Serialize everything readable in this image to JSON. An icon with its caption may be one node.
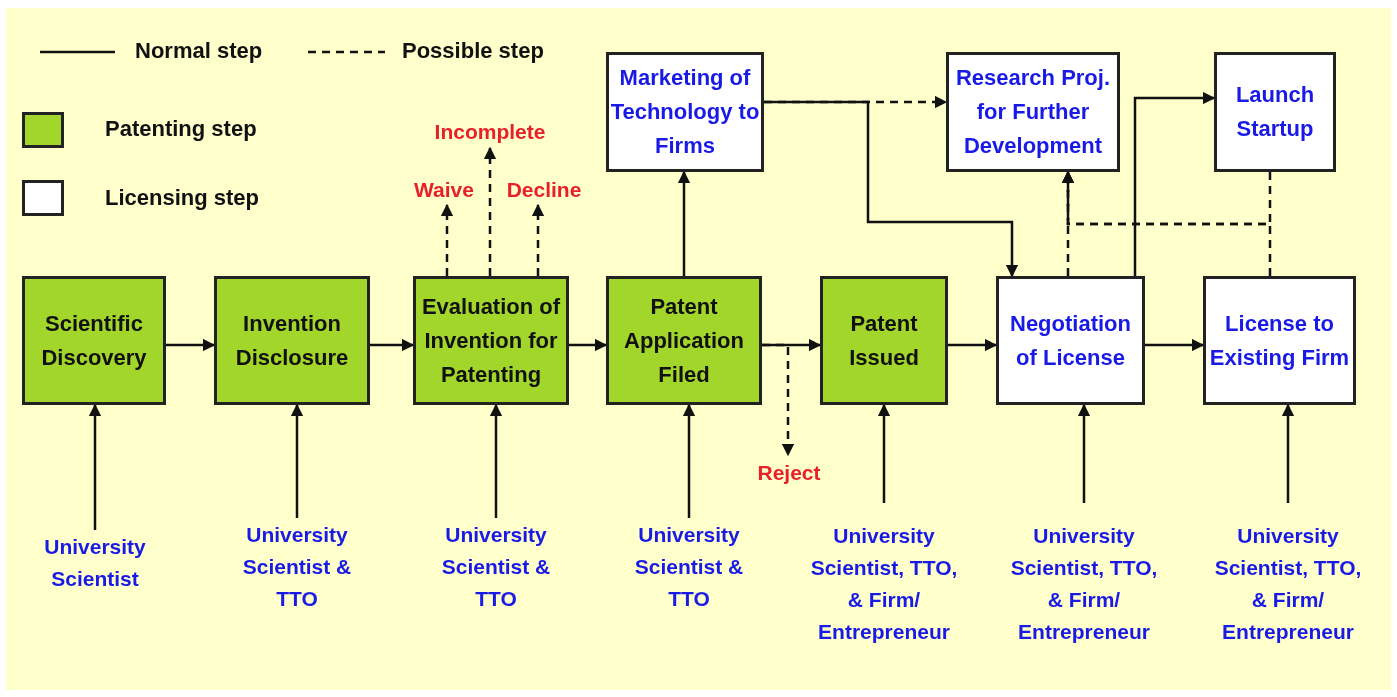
{
  "diagram": {
    "nodes": [
      {
        "text": [
          "Scientific Discovery"
        ]
      },
      {
        "text": [
          "Invention Disclosure"
        ]
      },
      {
        "text": [
          "Evaluation of Invention for Patenting"
        ]
      },
      {
        "text": [
          "Patent Application Filed"
        ]
      },
      {
        "text": [
          "Patent Issued"
        ]
      },
      {
        "text": [
          "Negotiation of License"
        ]
      },
      {
        "text": [
          "License to Existing Firm"
        ]
      },
      {
        "text": [
          "Marketing of Technology to Firms"
        ]
      },
      {
        "text": [
          "Research Proj. for Further Development"
        ]
      },
      {
        "text": [
          "Launch Startup"
        ]
      },
      {
        "text": [
          "Incomplete"
        ]
      },
      {
        "text": [
          "Waive"
        ]
      },
      {
        "text": [
          "Decline"
        ]
      },
      {
        "text": [
          "Reject"
        ]
      },
      {
        "text": [
          "University Scientist"
        ]
      },
      {
        "text": [
          "University Scientist & TTO"
        ]
      },
      {
        "text": [
          "University Scientist & TTO"
        ]
      },
      {
        "text": [
          "University Scientist & TTO"
        ]
      },
      {
        "text": [
          "University Scientist, TTO, & Firm/ Entrepreneur"
        ]
      },
      {
        "text": [
          "University Scientist, TTO, & Firm/ Entrepreneur"
        ]
      },
      {
        "text": [
          "University Scientist, TTO, & Firm/ Entrepreneur"
        ]
      }
    ],
    "edges": [
      {
        "from": 0,
        "to": 1,
        "arrow": "to"
      },
      {
        "from": 1,
        "to": 2,
        "arrow": "to"
      },
      {
        "from": 2,
        "to": 3,
        "arrow": "to"
      },
      {
        "from": 3,
        "to": 4,
        "arrow": "to"
      },
      {
        "from": 4,
        "to": 5,
        "arrow": "to"
      },
      {
        "from": 5,
        "to": 6,
        "arrow": "to"
      },
      {
        "from": 3,
        "to": 7,
        "arrow": "to"
      },
      {
        "from": 2,
        "to": 11,
        "arrow": "to",
        "style": "dashed"
      },
      {
        "from": 2,
        "to": 10,
        "arrow": "to",
        "style": "dashed"
      },
      {
        "from": 2,
        "to": 12,
        "arrow": "to",
        "style": "dashed"
      },
      {
        "from": 3,
        "to": 13,
        "arrow": "to",
        "style": "dashed"
      },
      {
        "from": 14,
        "to": 0,
        "arrow": "to"
      },
      {
        "from": 15,
        "to": 1,
        "arrow": "to"
      },
      {
        "from": 16,
        "to": 2,
        "arrow": "to"
      },
      {
        "from": 17,
        "to": 3,
        "arrow": "to"
      },
      {
        "from": 18,
        "to": 4,
        "arrow": "to"
      },
      {
        "from": 19,
        "to": 5,
        "arrow": "to"
      },
      {
        "from": 20,
        "to": 6,
        "arrow": "to"
      },
      {
        "from": 7,
        "to": 8,
        "arrow": "to",
        "style": "dashed"
      },
      {
        "from": 7,
        "to": 5,
        "arrow": "to"
      },
      {
        "from": 5,
        "to": 9,
        "arrow": "to"
      },
      {
        "from": 5,
        "to": 8,
        "arrow": "to",
        "style": "dashed"
      },
      {
        "from": 9,
        "to": 8,
        "arrow": "to",
        "style": "dashed"
      },
      {
        "from": 6,
        "to": 8,
        "arrow": "to",
        "style": "dashed"
      }
    ],
    "legend": [
      {
        "text": "Normal step"
      },
      {
        "text": "Possible step"
      },
      {
        "text": "Patenting step",
        "color": "#a3d62a"
      },
      {
        "text": "Licensing step",
        "color": "#ffffff"
      }
    ]
  }
}
